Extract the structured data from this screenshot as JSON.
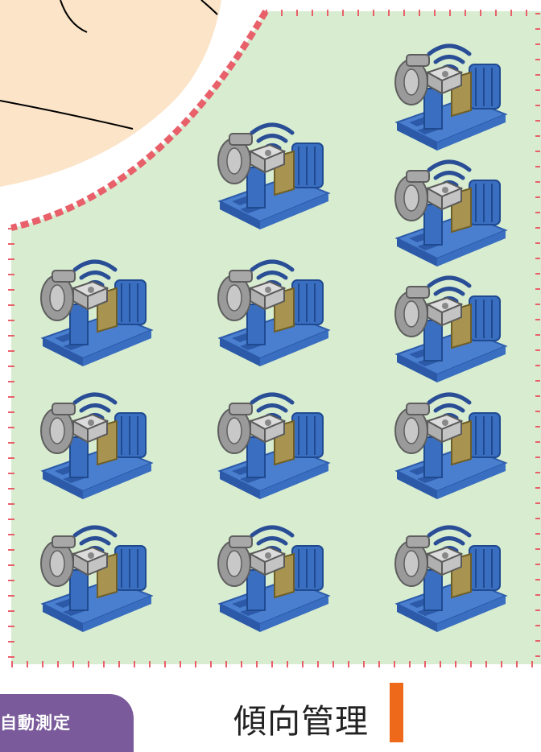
{
  "figure": {
    "items": [
      "wireless-pump"
    ],
    "badge_label": "自動測定",
    "title": "傾向管理",
    "colors": {
      "region_fill": "#d8ecd0",
      "region_border": "#e8606a",
      "skin_fill": "#fbe4c8",
      "badge": "#7a5a9a",
      "accent_bar": "#ee6a1a",
      "pump_base": "#4a7fd0",
      "wifi": "#2a4e96"
    }
  }
}
